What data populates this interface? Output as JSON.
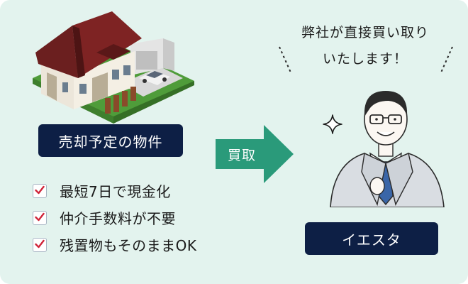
{
  "seller_label": "売却予定の物件",
  "benefits": [
    "最短7日で現金化",
    "仲介手数料が不要",
    "残置物もそのままOK"
  ],
  "arrow_label": "買取",
  "speech": {
    "line1": "弊社が直接買い取り",
    "line2": "いたします！"
  },
  "buyer_label": "イエスタ",
  "icons": [
    "house-illustration",
    "check-icon",
    "arrow-icon",
    "sparkle-icon",
    "businessman-illustration"
  ],
  "colors": {
    "background": "#e3f3ee",
    "label_navy": "#0d1f45",
    "arrow_green": "#2a9a7a",
    "check_red": "#d0253a"
  }
}
